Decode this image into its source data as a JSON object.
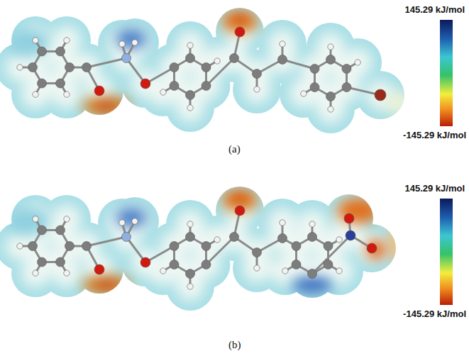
{
  "diagram": {
    "labels": [
      "145.29 kJ/mol",
      "-145.29 kJ/mol",
      "(a)",
      "145.29 kJ/mol",
      "-145.29 kJ/mol",
      "(b)"
    ]
  }
}
